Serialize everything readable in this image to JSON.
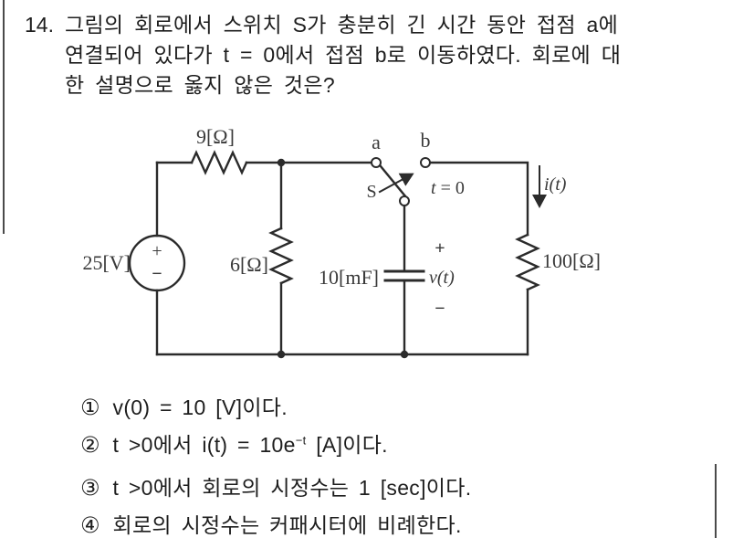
{
  "question": {
    "number": "14.",
    "lines": [
      "그림의 회로에서 스위치 S가 충분히 긴 시간 동안 접점 a에",
      "연결되어 있다가 t = 0에서 접점 b로 이동하였다. 회로에 대",
      "한 설명으로 옳지 않은 것은?"
    ]
  },
  "circuit": {
    "source_label": "25[V]",
    "source_plus": "+",
    "source_minus": "−",
    "r1_label": "9[Ω]",
    "r2_label": "6[Ω]",
    "r3_label": "100[Ω]",
    "cap_label": "10[mF]",
    "cap_plus": "+",
    "cap_minus": "−",
    "cap_voltage": "v(t)",
    "current_label": "i(t)",
    "contact_a": "a",
    "contact_b": "b",
    "switch_label": "S",
    "switch_time_var": "t",
    "switch_time_eq": " = 0",
    "line_color": "#2b2b2b"
  },
  "choices": [
    {
      "num": "①",
      "pre": "v(0) = 10 [V]이다.",
      "sup": "",
      "post": ""
    },
    {
      "num": "②",
      "pre": "t >0에서 i(t) = 10e",
      "sup": "−t",
      "post": " [A]이다."
    },
    {
      "num": "③",
      "pre": "t >0에서 회로의 시정수는 1 [sec]이다.",
      "sup": "",
      "post": ""
    },
    {
      "num": "④",
      "pre": "회로의 시정수는 커패시터에 비례한다.",
      "sup": "",
      "post": ""
    }
  ]
}
